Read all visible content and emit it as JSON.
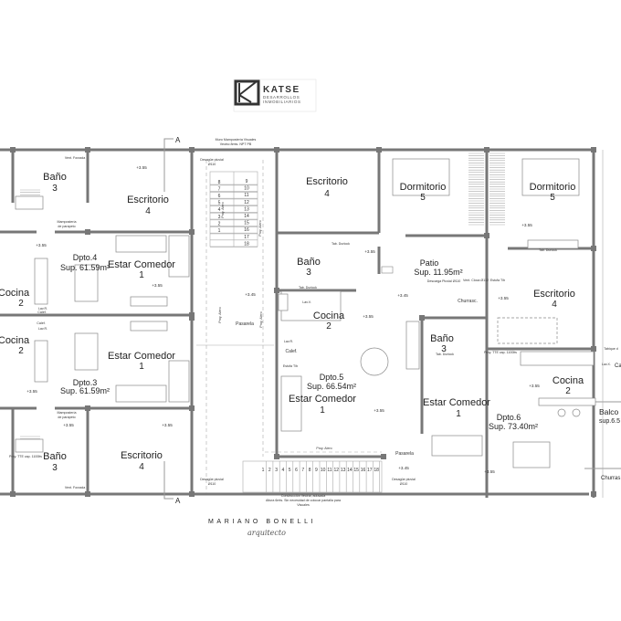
{
  "logo": {
    "brand": "KATSE",
    "line1": "DESARROLLOS",
    "line2": "INMOBILIARIOS"
  },
  "footer": {
    "name": "MARIANO BONELLI",
    "title": "arquitecto"
  },
  "section_marker": "A",
  "notes": {
    "muro_top_1": "Muro Mampostería Visuales",
    "muro_top_2": "Vecino 8mts. NPT PB",
    "vecina_1": "Construcción Vecina, adosada",
    "vecina_2": "Altura 6mts. Sin necesidad de colocar pantalla para",
    "vecina_3": "Visuales",
    "desague": "Desagüe pluvial",
    "d110": "Ø110",
    "vent_forzada": "Vent. Forzada",
    "mamposteria_1": "Mampostería",
    "mamposteria_2": "de parapeto",
    "proy_alero": "Proy. Alero",
    "pasarela": "Pasarela",
    "tab_durlock": "Tab. Durlock",
    "lav_r": "Lav.R.",
    "lav_v": "Lav.V.",
    "calef": "Calef.",
    "estufa": "Estufa T/b",
    "churrasq": "Churrasc.",
    "descarga": "Descarga Pluvial Ø110",
    "vent_cloaca": "Vent. Cloca Ø112",
    "proy_tte": "Proy. TTE cap. 1100lts",
    "tabique": "Tabique d",
    "lav_x": "Lav.X.",
    "ca": "Ca"
  },
  "levels": {
    "l355": "+3.55",
    "l345": "+3.45"
  },
  "dpto4": {
    "name": "Dpto.4",
    "area": "Sup. 61.59m²",
    "bano": "Baño",
    "bano_n": "3",
    "escritorio": "Escritorio",
    "escritorio_n": "4",
    "estar": "Estar Comedor",
    "estar_n": "1",
    "cocina": "Cocina",
    "cocina_n": "2"
  },
  "dpto3": {
    "name": "Dpto.3",
    "area": "Sup. 61.59m²",
    "bano": "Baño",
    "bano_n": "3",
    "escritorio": "Escritorio",
    "escritorio_n": "4",
    "estar": "Estar Comedor",
    "estar_n": "1",
    "cocina": "Cocina",
    "cocina_n": "2"
  },
  "dpto5": {
    "name": "Dpto.5",
    "area": "Sup. 66.54m²",
    "bano": "Baño",
    "bano_n": "3",
    "escritorio": "Escritorio",
    "escritorio_n": "4",
    "estar": "Estar Comedor",
    "estar_n": "1",
    "cocina": "Cocina",
    "cocina_n": "2"
  },
  "dpto6": {
    "name": "Dpto.6",
    "area": "Sup. 73.40m²",
    "bano": "Baño",
    "bano_n": "3",
    "escritorio": "Escritorio",
    "escritorio_n": "4",
    "estar": "Estar Comedor",
    "estar_n": "1",
    "cocina": "Cocina",
    "cocina_n": "2",
    "balcon": "Balco",
    "balcon_area": "sup.6.5",
    "churras": "Churras"
  },
  "dormitorio_a": {
    "name": "Dormitorio",
    "n": "5"
  },
  "dormitorio_b": {
    "name": "Dormitorio",
    "n": "5"
  },
  "patio": {
    "name": "Patio",
    "area": "Sup. 11.95m²"
  },
  "stairs_top": [
    "1",
    "2",
    "3",
    "4",
    "5",
    "6",
    "7",
    "8",
    "9",
    "10",
    "11",
    "12",
    "13",
    "14",
    "15",
    "16",
    "17",
    "18"
  ],
  "stairs_bottom": [
    "1",
    "2",
    "3",
    "4",
    "5",
    "6",
    "7",
    "8",
    "9",
    "10",
    "11",
    "12",
    "13",
    "14",
    "15",
    "16",
    "17",
    "18"
  ]
}
